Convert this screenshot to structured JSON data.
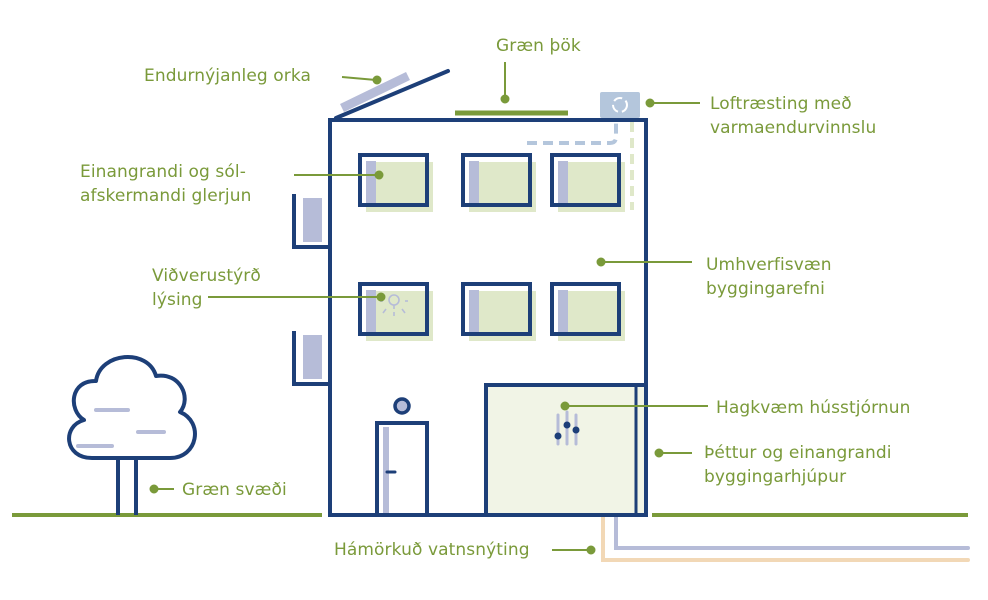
{
  "colors": {
    "navy": "#1d3f78",
    "green": "#7a9a3a",
    "light_green": "#dfe8c9",
    "pale_green": "#f1f4e6",
    "light_blue": "#b4c6dc",
    "lavender": "#b6bcd8",
    "peach": "#f2d8b6"
  },
  "icons": {
    "ventilation": "recycle-fan-icon",
    "lighting": "light-bulb-icon",
    "control": "slider-control-icon",
    "pipes": "plus-cross-icon"
  },
  "labels": {
    "solar": "Endurnýjanleg orka",
    "green_roof": "Græn þök",
    "ventilation": [
      "Loftræsting með",
      "varmaendurvinnslu"
    ],
    "glazing": [
      "Einangrandi og sól-",
      "afskermandi glerjun"
    ],
    "lighting": [
      "Viðverustýrð",
      "lýsing"
    ],
    "materials": [
      "Umhverfisvæn",
      "byggingarefni"
    ],
    "building_control": "Hagkvæm hússtjórnun",
    "envelope": [
      "Þéttur og einangrandi",
      "byggingarhjúpur"
    ],
    "green_areas": "Græn svæði",
    "water": "Hámörkuð vatnsnýting"
  }
}
